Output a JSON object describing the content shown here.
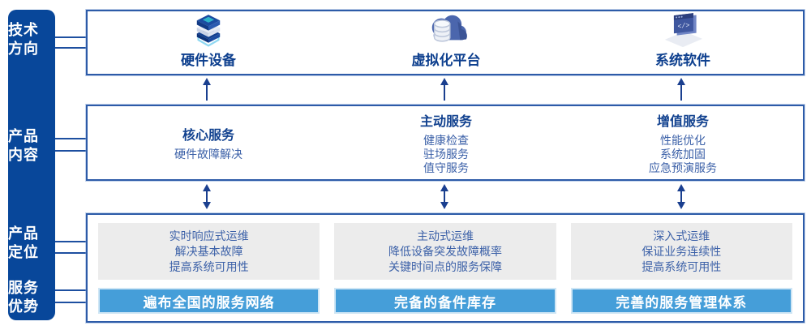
{
  "sidebar": {
    "items": [
      {
        "line1": "技术",
        "line2": "方向"
      },
      {
        "line1": "产品",
        "line2": "内容"
      },
      {
        "line1": "产品",
        "line2": "定位"
      },
      {
        "line1": "服务",
        "line2": "优势"
      }
    ]
  },
  "tech_row": {
    "items": [
      {
        "label": "硬件设备",
        "icon": "server-stack-icon"
      },
      {
        "label": "虚拟化平台",
        "icon": "cloud-database-icon"
      },
      {
        "label": "系统软件",
        "icon": "code-window-icon"
      }
    ]
  },
  "services_row": {
    "columns": [
      {
        "title": "核心服务",
        "items": [
          "硬件故障解决"
        ]
      },
      {
        "title": "主动服务",
        "items": [
          "健康检查",
          "驻场服务",
          "值守服务"
        ]
      },
      {
        "title": "增值服务",
        "items": [
          "性能优化",
          "系统加固",
          "应急预演服务"
        ]
      }
    ]
  },
  "positioning_row": {
    "columns": [
      {
        "lines": [
          "实时响应式运维",
          "解决基本故障",
          "提高系统可用性"
        ],
        "badge": "遍布全国的服务网络"
      },
      {
        "lines": [
          "主动式运维",
          "降低设备突发故障概率",
          "关键时间点的服务保障"
        ],
        "badge": "完备的备件库存"
      },
      {
        "lines": [
          "深入式运维",
          "保证业务连续性",
          "提高系统可用性"
        ],
        "badge": "完善的服务管理体系"
      }
    ]
  },
  "colors": {
    "sidebar_bg": "#08479a",
    "box_border": "#2d5ba8",
    "heading_text": "#0d3f8e",
    "body_text": "#3c61a8",
    "badge_bg": "#459ed9",
    "badge_border": "#cfe6f5",
    "panel_bg": "#ececec",
    "arrow": "#1a3f8f"
  }
}
